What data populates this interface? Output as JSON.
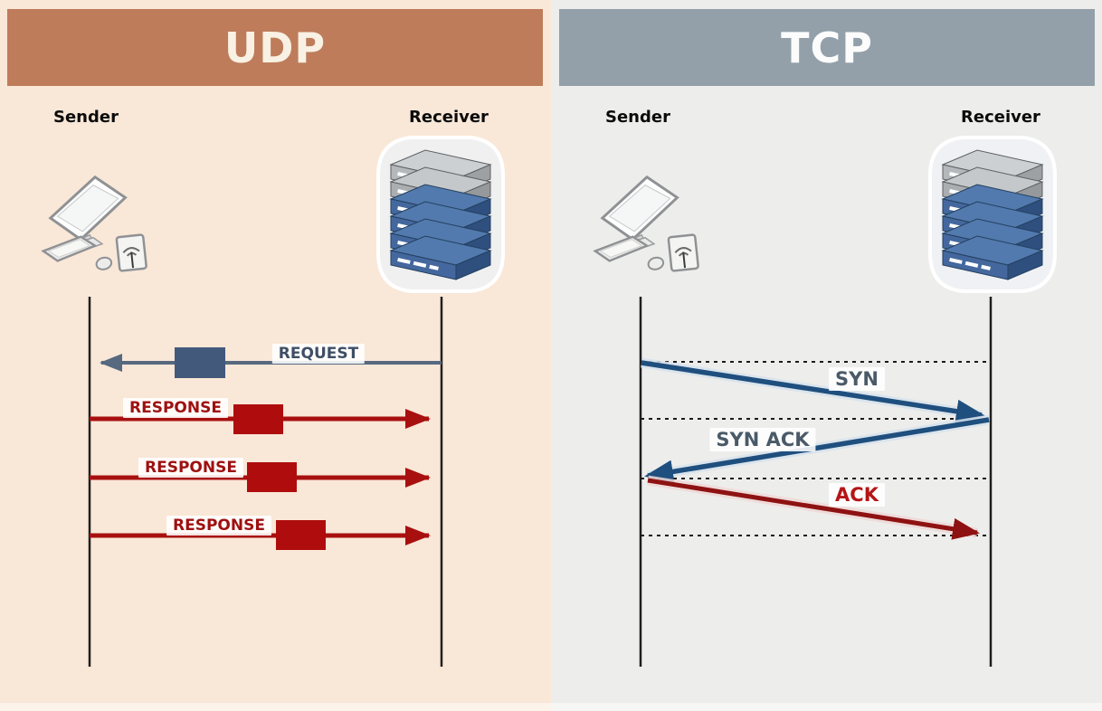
{
  "colors": {
    "udp_header_bg": "#BE7C5B",
    "udp_panel_bg": "#F9E7D7",
    "udp_title": "#F8F1E4",
    "tcp_header_bg": "#93A0A9",
    "tcp_panel_bg": "#EDEDEB",
    "tcp_title": "#FCFCFC",
    "udp_request_line": "#56697F",
    "udp_request_packet": "#43597B",
    "udp_response": "#A81010",
    "udp_response_packet": "#AF0D0D",
    "tcp_syn": "#1F4F7E",
    "tcp_ack": "#8E1212",
    "label_request": "#3E4E66",
    "label_response": "#9E1010",
    "label_syn": "#4A5A68",
    "label_ack": "#B51515",
    "lifeline": "#1F1F1F",
    "dash_line": "#1A1A1A"
  },
  "icons": {
    "sender": "desktop-computer",
    "receiver": "server-rack"
  },
  "udp": {
    "title": "UDP",
    "sender_label": "Sender",
    "receiver_label": "Receiver",
    "messages": [
      {
        "label": "REQUEST",
        "from": "receiver",
        "to": "sender"
      },
      {
        "label": "RESPONSE",
        "from": "sender",
        "to": "receiver"
      },
      {
        "label": "RESPONSE",
        "from": "sender",
        "to": "receiver"
      },
      {
        "label": "RESPONSE",
        "from": "sender",
        "to": "receiver"
      }
    ]
  },
  "tcp": {
    "title": "TCP",
    "sender_label": "Sender",
    "receiver_label": "Receiver",
    "messages": [
      {
        "label": "SYN",
        "from": "sender",
        "to": "receiver"
      },
      {
        "label": "SYN ACK",
        "from": "receiver",
        "to": "sender"
      },
      {
        "label": "ACK",
        "from": "sender",
        "to": "receiver"
      }
    ]
  }
}
